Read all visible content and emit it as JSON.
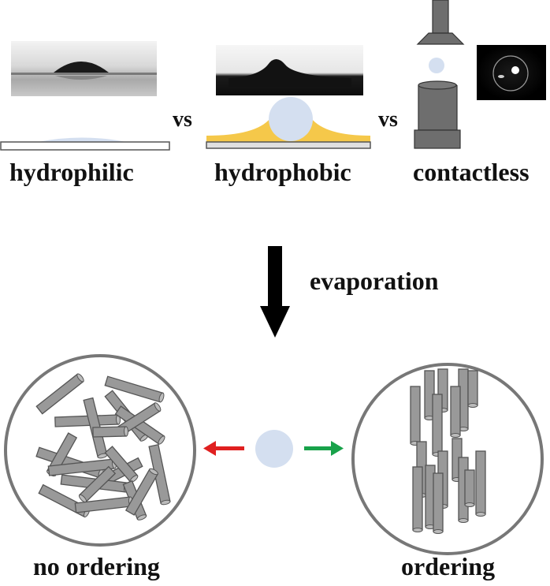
{
  "labels": {
    "hydrophilic": "hydrophilic",
    "hydrophobic": "hydrophobic",
    "contactless": "contactless",
    "vs_left": "vs",
    "vs_right": "vs",
    "evaporation": "evaporation",
    "no_ordering": "no ordering",
    "ordering": "ordering"
  },
  "colors": {
    "droplet": "#d4dff0",
    "substrate_coating": "#f5c84a",
    "rod_fill": "#999999",
    "rod_stroke": "#555555",
    "device_fill": "#6e6e6e",
    "circle_stroke": "#777777",
    "arrow_left": "#e02020",
    "arrow_right": "#18a24a",
    "main_arrow": "#000000"
  }
}
